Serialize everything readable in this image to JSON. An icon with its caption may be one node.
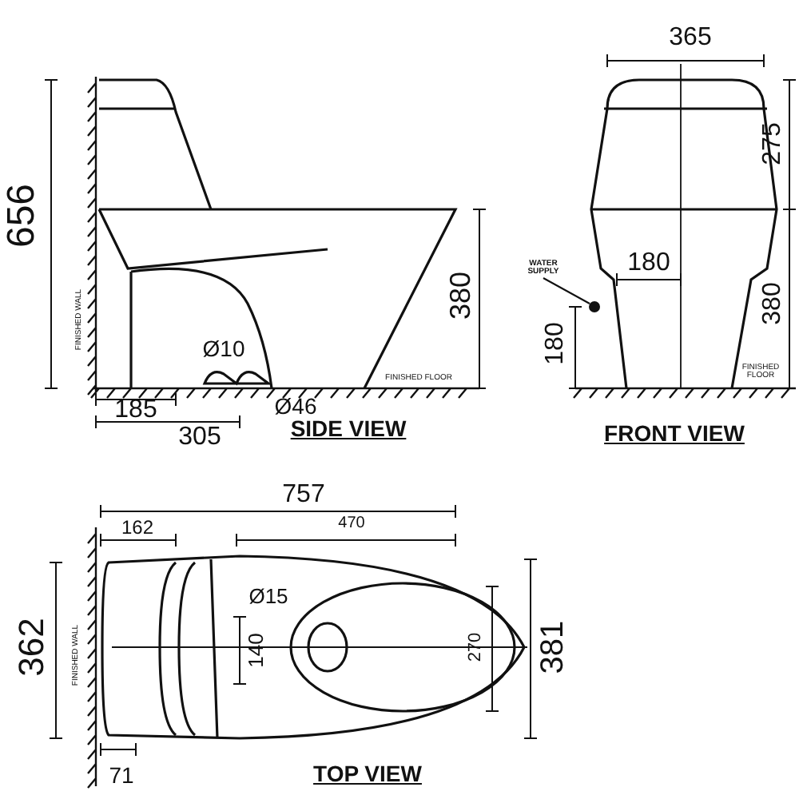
{
  "diagram": {
    "nodes": [
      {
        "text": [
          "WATER SUPPLY"
        ]
      },
      {
        "text": [],
        "shape": "circle"
      }
    ],
    "edges": [
      {
        "from": 0,
        "to": 1,
        "arrow": "none"
      }
    ],
    "labels": [
      "656",
      "FINISHED WALL",
      "380",
      "Ø10",
      "FINISHED FLOOR",
      "185",
      "Ø46",
      "305",
      "SIDE VIEW",
      "365",
      "275",
      "180",
      "380",
      "180",
      "FINISHED FLOOR",
      "FRONT VIEW",
      "757",
      "162",
      "470",
      "Ø15",
      "362",
      "FINISHED WALL",
      "140",
      "270",
      "381",
      "71",
      "TOP VIEW"
    ]
  }
}
